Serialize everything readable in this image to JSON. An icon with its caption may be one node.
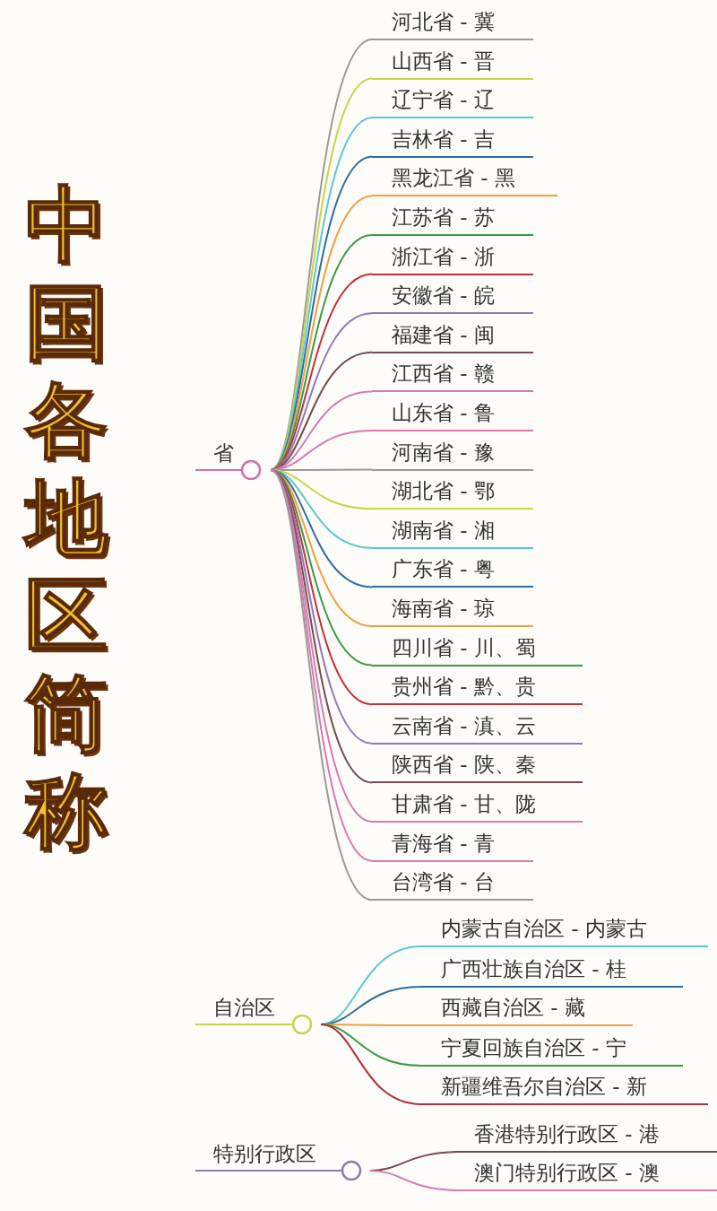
{
  "diagram": {
    "title": "中国各地区简称",
    "nodes": [
      {
        "text": [
          "省"
        ]
      },
      {
        "text": [
          "河北省 - 冀"
        ]
      },
      {
        "text": [
          "山西省 - 晋"
        ]
      },
      {
        "text": [
          "辽宁省 - 辽"
        ]
      },
      {
        "text": [
          "吉林省 - 吉"
        ]
      },
      {
        "text": [
          "黑龙江省 - 黑"
        ]
      },
      {
        "text": [
          "江苏省 - 苏"
        ]
      },
      {
        "text": [
          "浙江省 - 浙"
        ]
      },
      {
        "text": [
          "安徽省 - 皖"
        ]
      },
      {
        "text": [
          "福建省 - 闽"
        ]
      },
      {
        "text": [
          "江西省 - 赣"
        ]
      },
      {
        "text": [
          "山东省 - 鲁"
        ]
      },
      {
        "text": [
          "河南省 - 豫"
        ]
      },
      {
        "text": [
          "湖北省 - 鄂"
        ]
      },
      {
        "text": [
          "湖南省 - 湘"
        ]
      },
      {
        "text": [
          "广东省 - 粤"
        ]
      },
      {
        "text": [
          "海南省 - 琼"
        ]
      },
      {
        "text": [
          "四川省 - 川、蜀"
        ]
      },
      {
        "text": [
          "贵州省 - 黔、贵"
        ]
      },
      {
        "text": [
          "云南省 - 滇、云"
        ]
      },
      {
        "text": [
          "陕西省 - 陕、秦"
        ]
      },
      {
        "text": [
          "甘肃省 - 甘、陇"
        ]
      },
      {
        "text": [
          "青海省 - 青"
        ]
      },
      {
        "text": [
          "台湾省 - 台"
        ]
      },
      {
        "text": [
          "自治区"
        ]
      },
      {
        "text": [
          "内蒙古自治区 - 内蒙古"
        ]
      },
      {
        "text": [
          "广西壮族自治区 - 桂"
        ]
      },
      {
        "text": [
          "西藏自治区 - 藏"
        ]
      },
      {
        "text": [
          "宁夏回族自治区 - 宁"
        ]
      },
      {
        "text": [
          "新疆维吾尔自治区 - 新"
        ]
      },
      {
        "text": [
          "特别行政区"
        ]
      },
      {
        "text": [
          "香港特别行政区 - 港"
        ]
      },
      {
        "text": [
          "澳门特别行政区 - 澳"
        ]
      }
    ],
    "edges": [
      {
        "from": 0,
        "to": 1,
        "arrow": "none",
        "color": "#9a9a9a"
      },
      {
        "from": 0,
        "to": 2,
        "arrow": "none",
        "color": "#c8d44a"
      },
      {
        "from": 0,
        "to": 3,
        "arrow": "none",
        "color": "#5bc8d0"
      },
      {
        "from": 0,
        "to": 4,
        "arrow": "none",
        "color": "#2e6e9e"
      },
      {
        "from": 0,
        "to": 5,
        "arrow": "none",
        "color": "#f0a040"
      },
      {
        "from": 0,
        "to": 6,
        "arrow": "none",
        "color": "#3a9a4a"
      },
      {
        "from": 0,
        "to": 7,
        "arrow": "none",
        "color": "#c0303a"
      },
      {
        "from": 0,
        "to": 8,
        "arrow": "none",
        "color": "#8f7ab8"
      },
      {
        "from": 0,
        "to": 9,
        "arrow": "none",
        "color": "#6e4e4e"
      },
      {
        "from": 0,
        "to": 10,
        "arrow": "none",
        "color": "#d67ab0"
      },
      {
        "from": 0,
        "to": 11,
        "arrow": "none",
        "color": "#d67ab0"
      },
      {
        "from": 0,
        "to": 12,
        "arrow": "none",
        "color": "#9a9a9a"
      },
      {
        "from": 0,
        "to": 13,
        "arrow": "none",
        "color": "#c8d44a"
      },
      {
        "from": 0,
        "to": 14,
        "arrow": "none",
        "color": "#5bc8d0"
      },
      {
        "from": 0,
        "to": 15,
        "arrow": "none",
        "color": "#2e6e9e"
      },
      {
        "from": 0,
        "to": 16,
        "arrow": "none",
        "color": "#f0a040"
      },
      {
        "from": 0,
        "to": 17,
        "arrow": "none",
        "color": "#3a9a4a"
      },
      {
        "from": 0,
        "to": 18,
        "arrow": "none",
        "color": "#c0303a"
      },
      {
        "from": 0,
        "to": 19,
        "arrow": "none",
        "color": "#8f7ab8"
      },
      {
        "from": 0,
        "to": 20,
        "arrow": "none",
        "color": "#6e4e4e"
      },
      {
        "from": 0,
        "to": 21,
        "arrow": "none",
        "color": "#d67ab0"
      },
      {
        "from": 0,
        "to": 22,
        "arrow": "none",
        "color": "#d67ab0"
      },
      {
        "from": 0,
        "to": 23,
        "arrow": "none",
        "color": "#9a9a9a"
      },
      {
        "from": 24,
        "to": 25,
        "arrow": "none",
        "color": "#5bc8d0"
      },
      {
        "from": 24,
        "to": 26,
        "arrow": "none",
        "color": "#2e6e9e"
      },
      {
        "from": 24,
        "to": 27,
        "arrow": "none",
        "color": "#f0a040"
      },
      {
        "from": 24,
        "to": 28,
        "arrow": "none",
        "color": "#3a9a4a"
      },
      {
        "from": 24,
        "to": 29,
        "arrow": "none",
        "color": "#b03040"
      },
      {
        "from": 30,
        "to": 31,
        "arrow": "none",
        "color": "#7a4a4a"
      },
      {
        "from": 30,
        "to": 32,
        "arrow": "none",
        "color": "#d67ab0"
      }
    ]
  }
}
